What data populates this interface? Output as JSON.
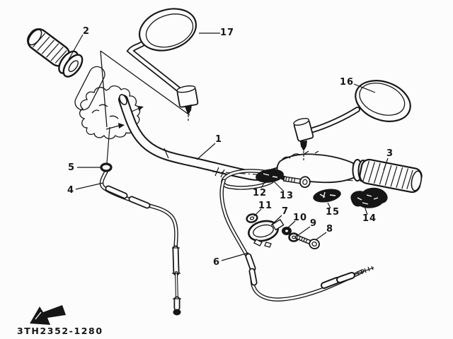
{
  "diagram": {
    "type": "exploded-parts-diagram",
    "subject": "handlebar-assembly",
    "part_code": "3TH2352-1280",
    "colors": {
      "ink": "#161616",
      "background": "#fcfcfc"
    },
    "callouts": [
      "1",
      "2",
      "3",
      "4",
      "5",
      "6",
      "7",
      "8",
      "9",
      "10",
      "11",
      "12",
      "13",
      "14",
      "15",
      "16",
      "17"
    ]
  }
}
